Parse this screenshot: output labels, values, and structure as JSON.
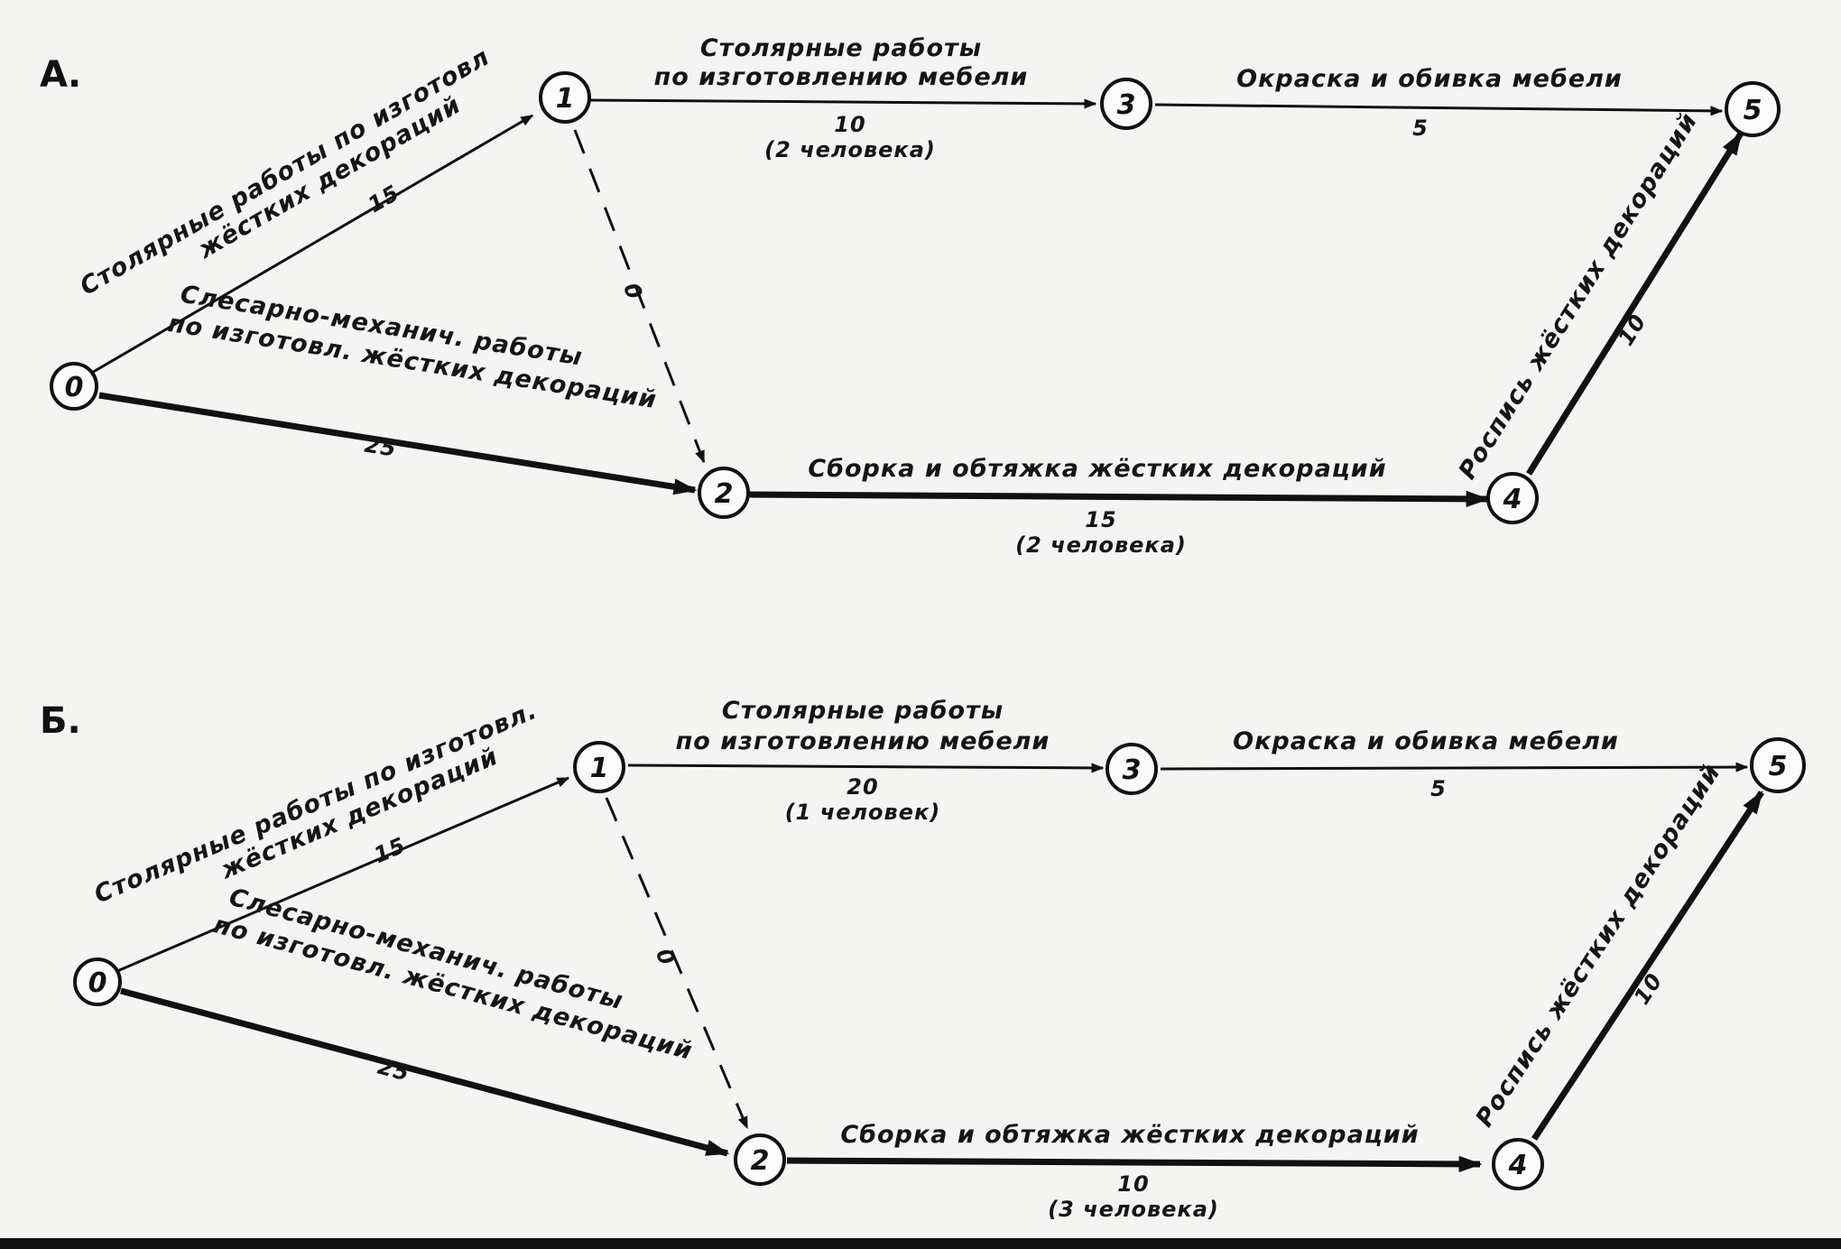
{
  "panels": [
    {
      "label": "А.",
      "nodes": [
        "0",
        "1",
        "2",
        "3",
        "4",
        "5"
      ],
      "activities": [
        {
          "from": "0",
          "to": "1",
          "lines": [
            "Столярные работы по изготовл",
            "жёстких декораций"
          ],
          "duration": "15",
          "people": ""
        },
        {
          "from": "0",
          "to": "2",
          "lines": [
            "Слесарно-механич. работы",
            "по изготовл. жёстких декораций"
          ],
          "duration": "25",
          "people": ""
        },
        {
          "from": "1",
          "to": "3",
          "lines": [
            "Столярные работы",
            "по изготовлению мебели"
          ],
          "duration": "10",
          "people": "(2 человека)"
        },
        {
          "from": "3",
          "to": "5",
          "lines": [
            "Окраска и обивка мебели"
          ],
          "duration": "5",
          "people": ""
        },
        {
          "from": "2",
          "to": "4",
          "lines": [
            "Сборка и обтяжка жёстких декораций"
          ],
          "duration": "15",
          "people": "(2 человека)"
        },
        {
          "from": "4",
          "to": "5",
          "lines": [
            "Роспись жёстких декораций"
          ],
          "duration": "10",
          "people": ""
        },
        {
          "from": "1",
          "to": "2",
          "lines": [],
          "duration": "0",
          "people": ""
        }
      ]
    },
    {
      "label": "Б.",
      "nodes": [
        "0",
        "1",
        "2",
        "3",
        "4",
        "5"
      ],
      "activities": [
        {
          "from": "0",
          "to": "1",
          "lines": [
            "Столярные работы по изготовл.",
            "жёстких декораций"
          ],
          "duration": "15",
          "people": ""
        },
        {
          "from": "0",
          "to": "2",
          "lines": [
            "Слесарно-механич. работы",
            "по изготовл. жёстких декораций"
          ],
          "duration": "25",
          "people": ""
        },
        {
          "from": "1",
          "to": "3",
          "lines": [
            "Столярные работы",
            "по изготовлению мебели"
          ],
          "duration": "20",
          "people": "(1 человек)"
        },
        {
          "from": "3",
          "to": "5",
          "lines": [
            "Окраска и обивка мебели"
          ],
          "duration": "5",
          "people": ""
        },
        {
          "from": "2",
          "to": "4",
          "lines": [
            "Сборка и обтяжка жёстких декораций"
          ],
          "duration": "10",
          "people": "(3 человека)"
        },
        {
          "from": "4",
          "to": "5",
          "lines": [
            "Роспись жёстких декораций"
          ],
          "duration": "10",
          "people": ""
        },
        {
          "from": "1",
          "to": "2",
          "lines": [],
          "duration": "0",
          "people": ""
        }
      ]
    }
  ]
}
